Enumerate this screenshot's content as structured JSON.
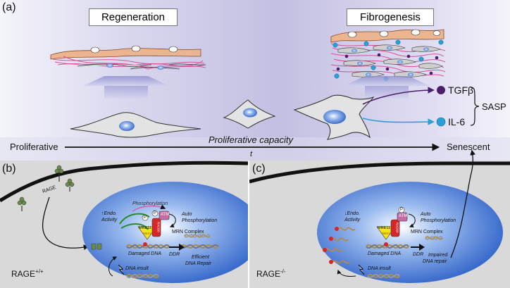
{
  "panels": {
    "a": "(a)",
    "b": "(b)",
    "c": "(c)"
  },
  "top": {
    "regeneration_label": "Regeneration",
    "fibrogenesis_label": "Fibrogenesis",
    "tgfb_label": "TGFβ",
    "il6_label": "IL-6",
    "sasp_label": "SASP",
    "proliferative_capacity_label": "Proliferative capacity",
    "axis_left_label": "Proliferative",
    "axis_right_label": "Senescent",
    "axis_t_label": "t"
  },
  "panel_b": {
    "rage_label": "RAGE",
    "genotype_base": "RAGE",
    "genotype_sup": "+/+",
    "phosphorylation": "Phosphorylation",
    "endo_activity_line1": "↑Endo.",
    "endo_activity_line2": "Activity",
    "auto_phos_line1": "Auto",
    "auto_phos_line2": "Phosphorylation",
    "atm": "ATM",
    "mre11": "MRE11",
    "nbs1": "NBS1",
    "rad50": "RAD50",
    "mrn_complex": "MRN Complex",
    "damaged_dna": "Damaged DNA",
    "ddr": "DDR",
    "dna_insult": "DNA insult",
    "repair_line1": "Efficient",
    "repair_line2": "DNA Repair",
    "p_mark": "P"
  },
  "panel_c": {
    "genotype_base": "RAGE",
    "genotype_sup": "-/-",
    "endo_activity_line1": "↓Endo.",
    "endo_activity_line2": "Activity",
    "auto_phos_line1": "Auto",
    "auto_phos_line2": "Phosphorylation",
    "atm": "ATM",
    "mre11": "MRE11",
    "nbs1": "NBS1",
    "rad50": "RAD50",
    "mrn_complex": "MRN Complex",
    "damaged_dna": "Damaged DNA",
    "ddr": "DDR",
    "dna_insult": "DNA insult",
    "repair_line1": "Impaired",
    "repair_line2": "DNA repair",
    "p_mark": "P"
  },
  "colors": {
    "top_band": "#b9b4dc",
    "nucleus": "#3a6fd0",
    "cell_body": "#e2e2e2",
    "panel_bg": "#d8d8d8",
    "fibroblast_pink": "#e07aa8",
    "fibroblast_orange": "#e9a27a",
    "tgfb_dot": "#4a1e6a",
    "il6_dot": "#2aa0d8",
    "mre11_yellow": "#f3e51a",
    "rad50_red": "#d6262a",
    "atm_pink": "#c56aa3"
  }
}
